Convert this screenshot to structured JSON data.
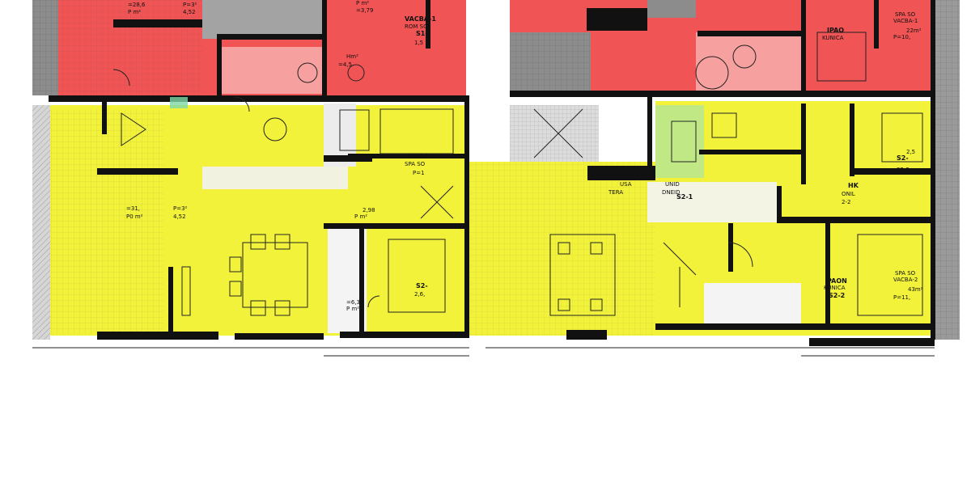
{
  "colors": {
    "red_zone": "#f05454",
    "yellow_zone": "#f2f23a",
    "wall": "#111111",
    "grey": "#9a9a9a",
    "balcony": "#d8d8d8",
    "green_accent": "#7fd8a8",
    "line": "#222222"
  },
  "labels": {
    "l1": "=28,6",
    "l2": "P m²",
    "l3": "P=3²",
    "l4": "4,52",
    "l5": "P m²",
    "l6": "=3,79",
    "l7": "VACBA-1",
    "l8": "ROM SC",
    "l9": "S1-",
    "l10": "1,5",
    "l11": "Hm²",
    "l12": "=4,5",
    "l13": "IPAO",
    "l14": "KUNICA",
    "l15": "SPA SO",
    "l16": "VACBA-1",
    "l17": "22m²",
    "l18": "P=10,",
    "l19": "VACBA-1",
    "l20": "SPA SO",
    "l21": "P=1",
    "l22": "=31,",
    "l23": "P0 m²",
    "l24": "P=3²",
    "l25": "4,52",
    "l26": "2,98",
    "l27": "P m²",
    "l28": "S2-",
    "l29": "2,6,",
    "l30": "=6,3",
    "l31": "P m²",
    "l32": "USA",
    "l33": "TERA",
    "l34": "UNID",
    "l35": "DNEID",
    "l36": "S2-1",
    "l37": "HK",
    "l38": "ONIL",
    "l39": "2-2",
    "l40": "S2-",
    "l41": "2,5",
    "l42": "S2-2",
    "l43": "SPA SO",
    "l44": "VACBA-2",
    "l45": "43m²",
    "l46": "P=11,",
    "l47": "PAON",
    "l48": "KUNICA",
    "l49": "S2-2"
  }
}
